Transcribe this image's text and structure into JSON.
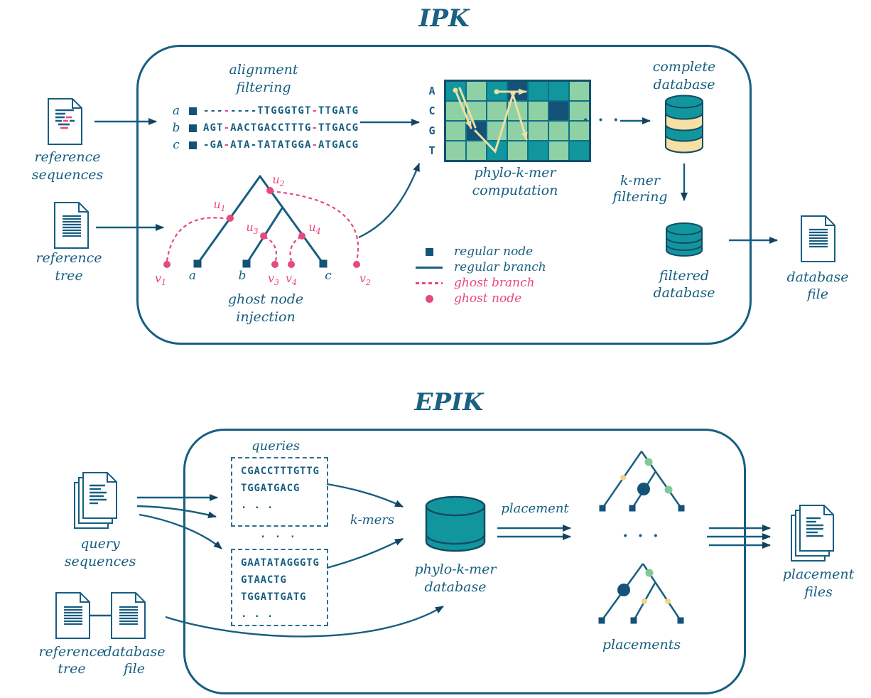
{
  "titles": {
    "ipk": "IPK",
    "epik": "EPIK"
  },
  "colors": {
    "ink": "#175e81",
    "pink": "#e8487d",
    "teal": "#11969e",
    "light_green": "#8fd0a5",
    "navy": "#145278",
    "path_yellow": "#efdfa0",
    "db_yellow": "#f7e0a3",
    "dot_green": "#7fcb93",
    "dot_gold": "#f2d489"
  },
  "ipk": {
    "ref_seq_label": [
      "reference",
      "sequences"
    ],
    "ref_tree_label": [
      "reference",
      "tree"
    ],
    "alignment_label": [
      "alignment",
      "filtering"
    ],
    "alignment_rows": [
      {
        "name": "a",
        "segments": [
          {
            "t": "---",
            "c": "ink"
          },
          {
            "t": "-",
            "c": "pink"
          },
          {
            "t": "----",
            "c": "ink"
          },
          {
            "t": "TTGGGTGT",
            "c": "ink"
          },
          {
            "t": "-",
            "c": "pink"
          },
          {
            "t": "TTGATG",
            "c": "ink"
          }
        ]
      },
      {
        "name": "b",
        "segments": [
          {
            "t": "AGT",
            "c": "ink"
          },
          {
            "t": "-",
            "c": "pink"
          },
          {
            "t": "AACTGACCTTTG",
            "c": "ink"
          },
          {
            "t": "-",
            "c": "pink"
          },
          {
            "t": "TTGACG",
            "c": "ink"
          }
        ]
      },
      {
        "name": "c",
        "segments": [
          {
            "t": "-GA",
            "c": "ink"
          },
          {
            "t": "-",
            "c": "pink"
          },
          {
            "t": "ATA-TATATGGA",
            "c": "ink"
          },
          {
            "t": "-",
            "c": "pink"
          },
          {
            "t": "ATGACG",
            "c": "ink"
          }
        ]
      }
    ],
    "matrix": {
      "row_labels": [
        "A",
        "C",
        "G",
        "T"
      ],
      "cells": [
        [
          "t",
          "l",
          "t",
          "n",
          "t",
          "t",
          "l"
        ],
        [
          "l",
          "l",
          "l",
          "l",
          "l",
          "n",
          "l"
        ],
        [
          "l",
          "n",
          "l",
          "l",
          "l",
          "l",
          "l"
        ],
        [
          "l",
          "l",
          "t",
          "l",
          "t",
          "l",
          "t"
        ]
      ],
      "caption": [
        "phylo-k-mer",
        "computation"
      ]
    },
    "mid_dots": "· · ·",
    "complete_db_label": [
      "complete",
      "database"
    ],
    "kmer_filtering_label": [
      "k-mer",
      "filtering"
    ],
    "filtered_db_label": [
      "filtered",
      "database"
    ],
    "db_file_label": [
      "database",
      "file"
    ],
    "ghost_caption": [
      "ghost node",
      "injection"
    ],
    "tree": {
      "leaf_labels": [
        "a",
        "b",
        "c"
      ],
      "u": [
        {
          "m": "u",
          "s": "1"
        },
        {
          "m": "u",
          "s": "2"
        },
        {
          "m": "u",
          "s": "3"
        },
        {
          "m": "u",
          "s": "4"
        }
      ],
      "v": [
        {
          "m": "v",
          "s": "1"
        },
        {
          "m": "v",
          "s": "2"
        },
        {
          "m": "v",
          "s": "3"
        },
        {
          "m": "v",
          "s": "4"
        }
      ]
    },
    "legend": [
      {
        "label": "regular node"
      },
      {
        "label": "regular branch"
      },
      {
        "label": "ghost branch"
      },
      {
        "label": "ghost node"
      }
    ]
  },
  "epik": {
    "query_seq_label": [
      "query",
      "sequences"
    ],
    "queries_label": "queries",
    "query_box1": [
      "CGACCTTTGTTG",
      "TGGATGACG",
      ". . ."
    ],
    "between_dots": ". . .",
    "query_box2": [
      "GAATATAGGGTG",
      "GTAACTG",
      "TGGATTGATG",
      ". . ."
    ],
    "ref_tree_label": [
      "reference",
      "tree"
    ],
    "db_file_label": [
      "database",
      "file"
    ],
    "kmers_label": "k-mers",
    "db_label": [
      "phylo-k-mer",
      "database"
    ],
    "placement_label": "placement",
    "trees_dots": "· · ·",
    "placements_label": "placements",
    "placement_files_label": [
      "placement",
      "files"
    ]
  }
}
